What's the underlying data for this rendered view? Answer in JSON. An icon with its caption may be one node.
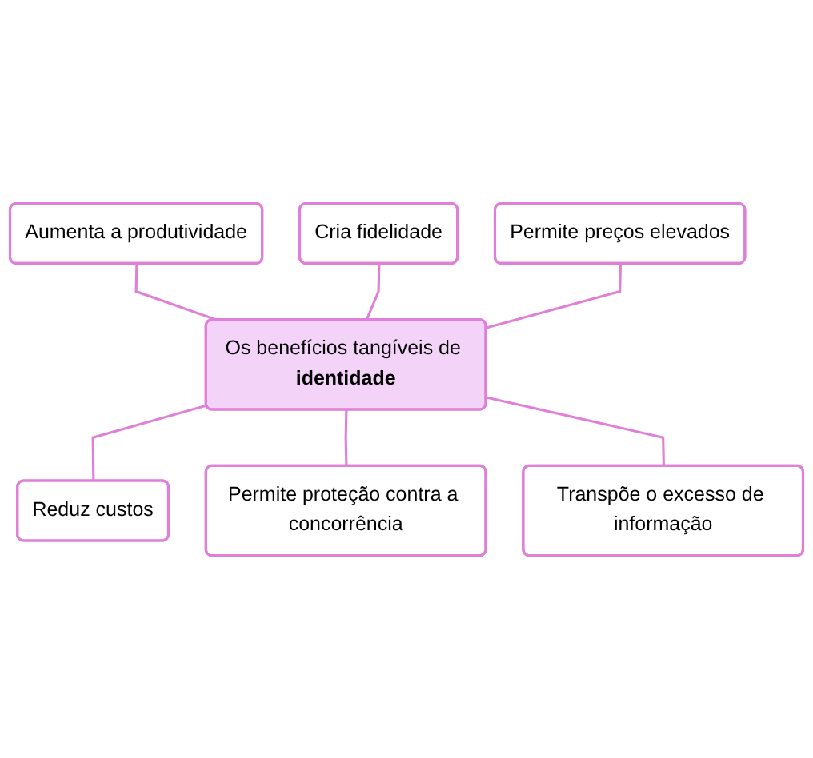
{
  "diagram": {
    "nodes": [
      {
        "text": [
          "Aumenta a produtividade"
        ]
      },
      {
        "text": [
          "Cria fidelidade"
        ]
      },
      {
        "text": [
          "Permite preços elevados"
        ]
      },
      {
        "text": [
          "Os benefícios tangíveis de **identidade**"
        ]
      },
      {
        "text": [
          "Reduz custos"
        ]
      },
      {
        "text": [
          "Permite proteção contra a concorrência"
        ]
      },
      {
        "text": [
          "Transpõe o excesso de informação"
        ]
      }
    ],
    "edges": [
      {
        "from": 0,
        "to": 3,
        "arrow": "none"
      },
      {
        "from": 1,
        "to": 3,
        "arrow": "none"
      },
      {
        "from": 2,
        "to": 3,
        "arrow": "none"
      },
      {
        "from": 3,
        "to": 4,
        "arrow": "none"
      },
      {
        "from": 3,
        "to": 5,
        "arrow": "none"
      },
      {
        "from": 3,
        "to": 6,
        "arrow": "none"
      }
    ]
  }
}
